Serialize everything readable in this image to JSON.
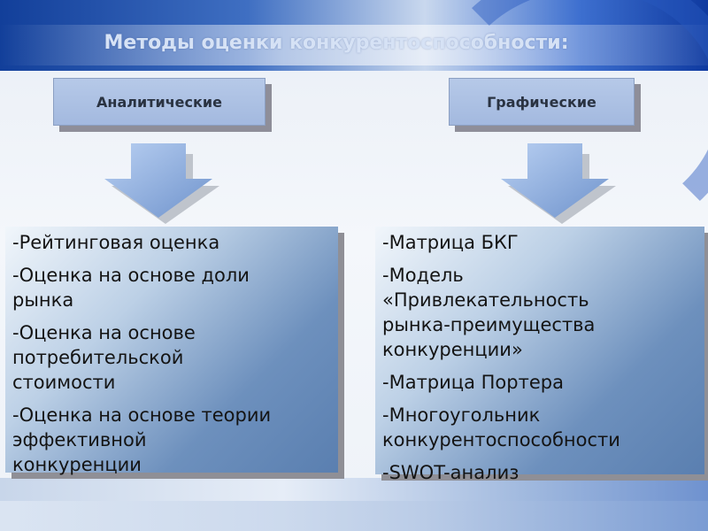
{
  "title": "Методы оценки конкурентоспособности:",
  "categories": [
    {
      "label": "Аналитические"
    },
    {
      "label": "Графические"
    }
  ],
  "lists": [
    {
      "items": [
        "-Рейтинговая оценка",
        "-Оценка на основе доли\nрынка",
        "-Оценка на основе\nпотребительской\nстоимости",
        "-Оценка на основе теории\nэффективной\nконкуренции"
      ]
    },
    {
      "items": [
        "-Матрица БКГ",
        "-Модель\n«Привлекательность\nрынка-преимущества\nконкуренции»",
        "-Матрица Портера",
        "-Многоугольник\nконкурентоспособности",
        "-SWOT-анализ"
      ]
    }
  ],
  "colors": {
    "category_fill": "#a3b9df",
    "arrow_fill": "#8fb0e0",
    "box_gradient_dark": "#5a7fb0",
    "shadow": "#8f8f96"
  }
}
